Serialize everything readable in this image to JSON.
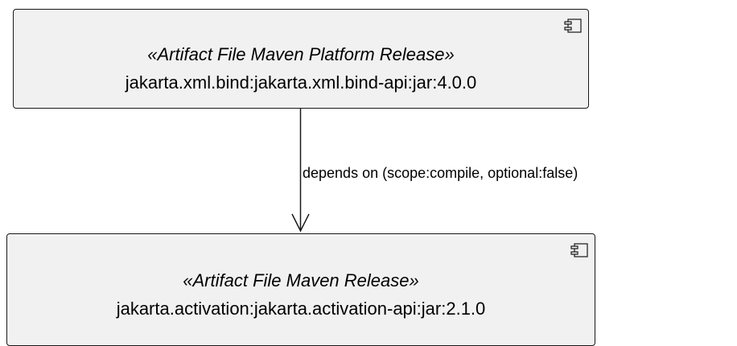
{
  "nodes": {
    "source": {
      "stereotype": "«Artifact File Maven Platform Release»",
      "name": "jakarta.xml.bind:jakarta.xml.bind-api:jar:4.0.0",
      "icon": "component-icon"
    },
    "target": {
      "stereotype": "«Artifact File Maven Release»",
      "name": "jakarta.activation:jakarta.activation-api:jar:2.1.0",
      "icon": "component-icon"
    }
  },
  "edge": {
    "label": "depends on (scope:compile, optional:false)",
    "from": "source",
    "to": "target",
    "arrow": "open-arrowhead"
  },
  "colors": {
    "node_fill": "#f1f1f1",
    "node_border": "#181818",
    "edge": "#181818"
  }
}
